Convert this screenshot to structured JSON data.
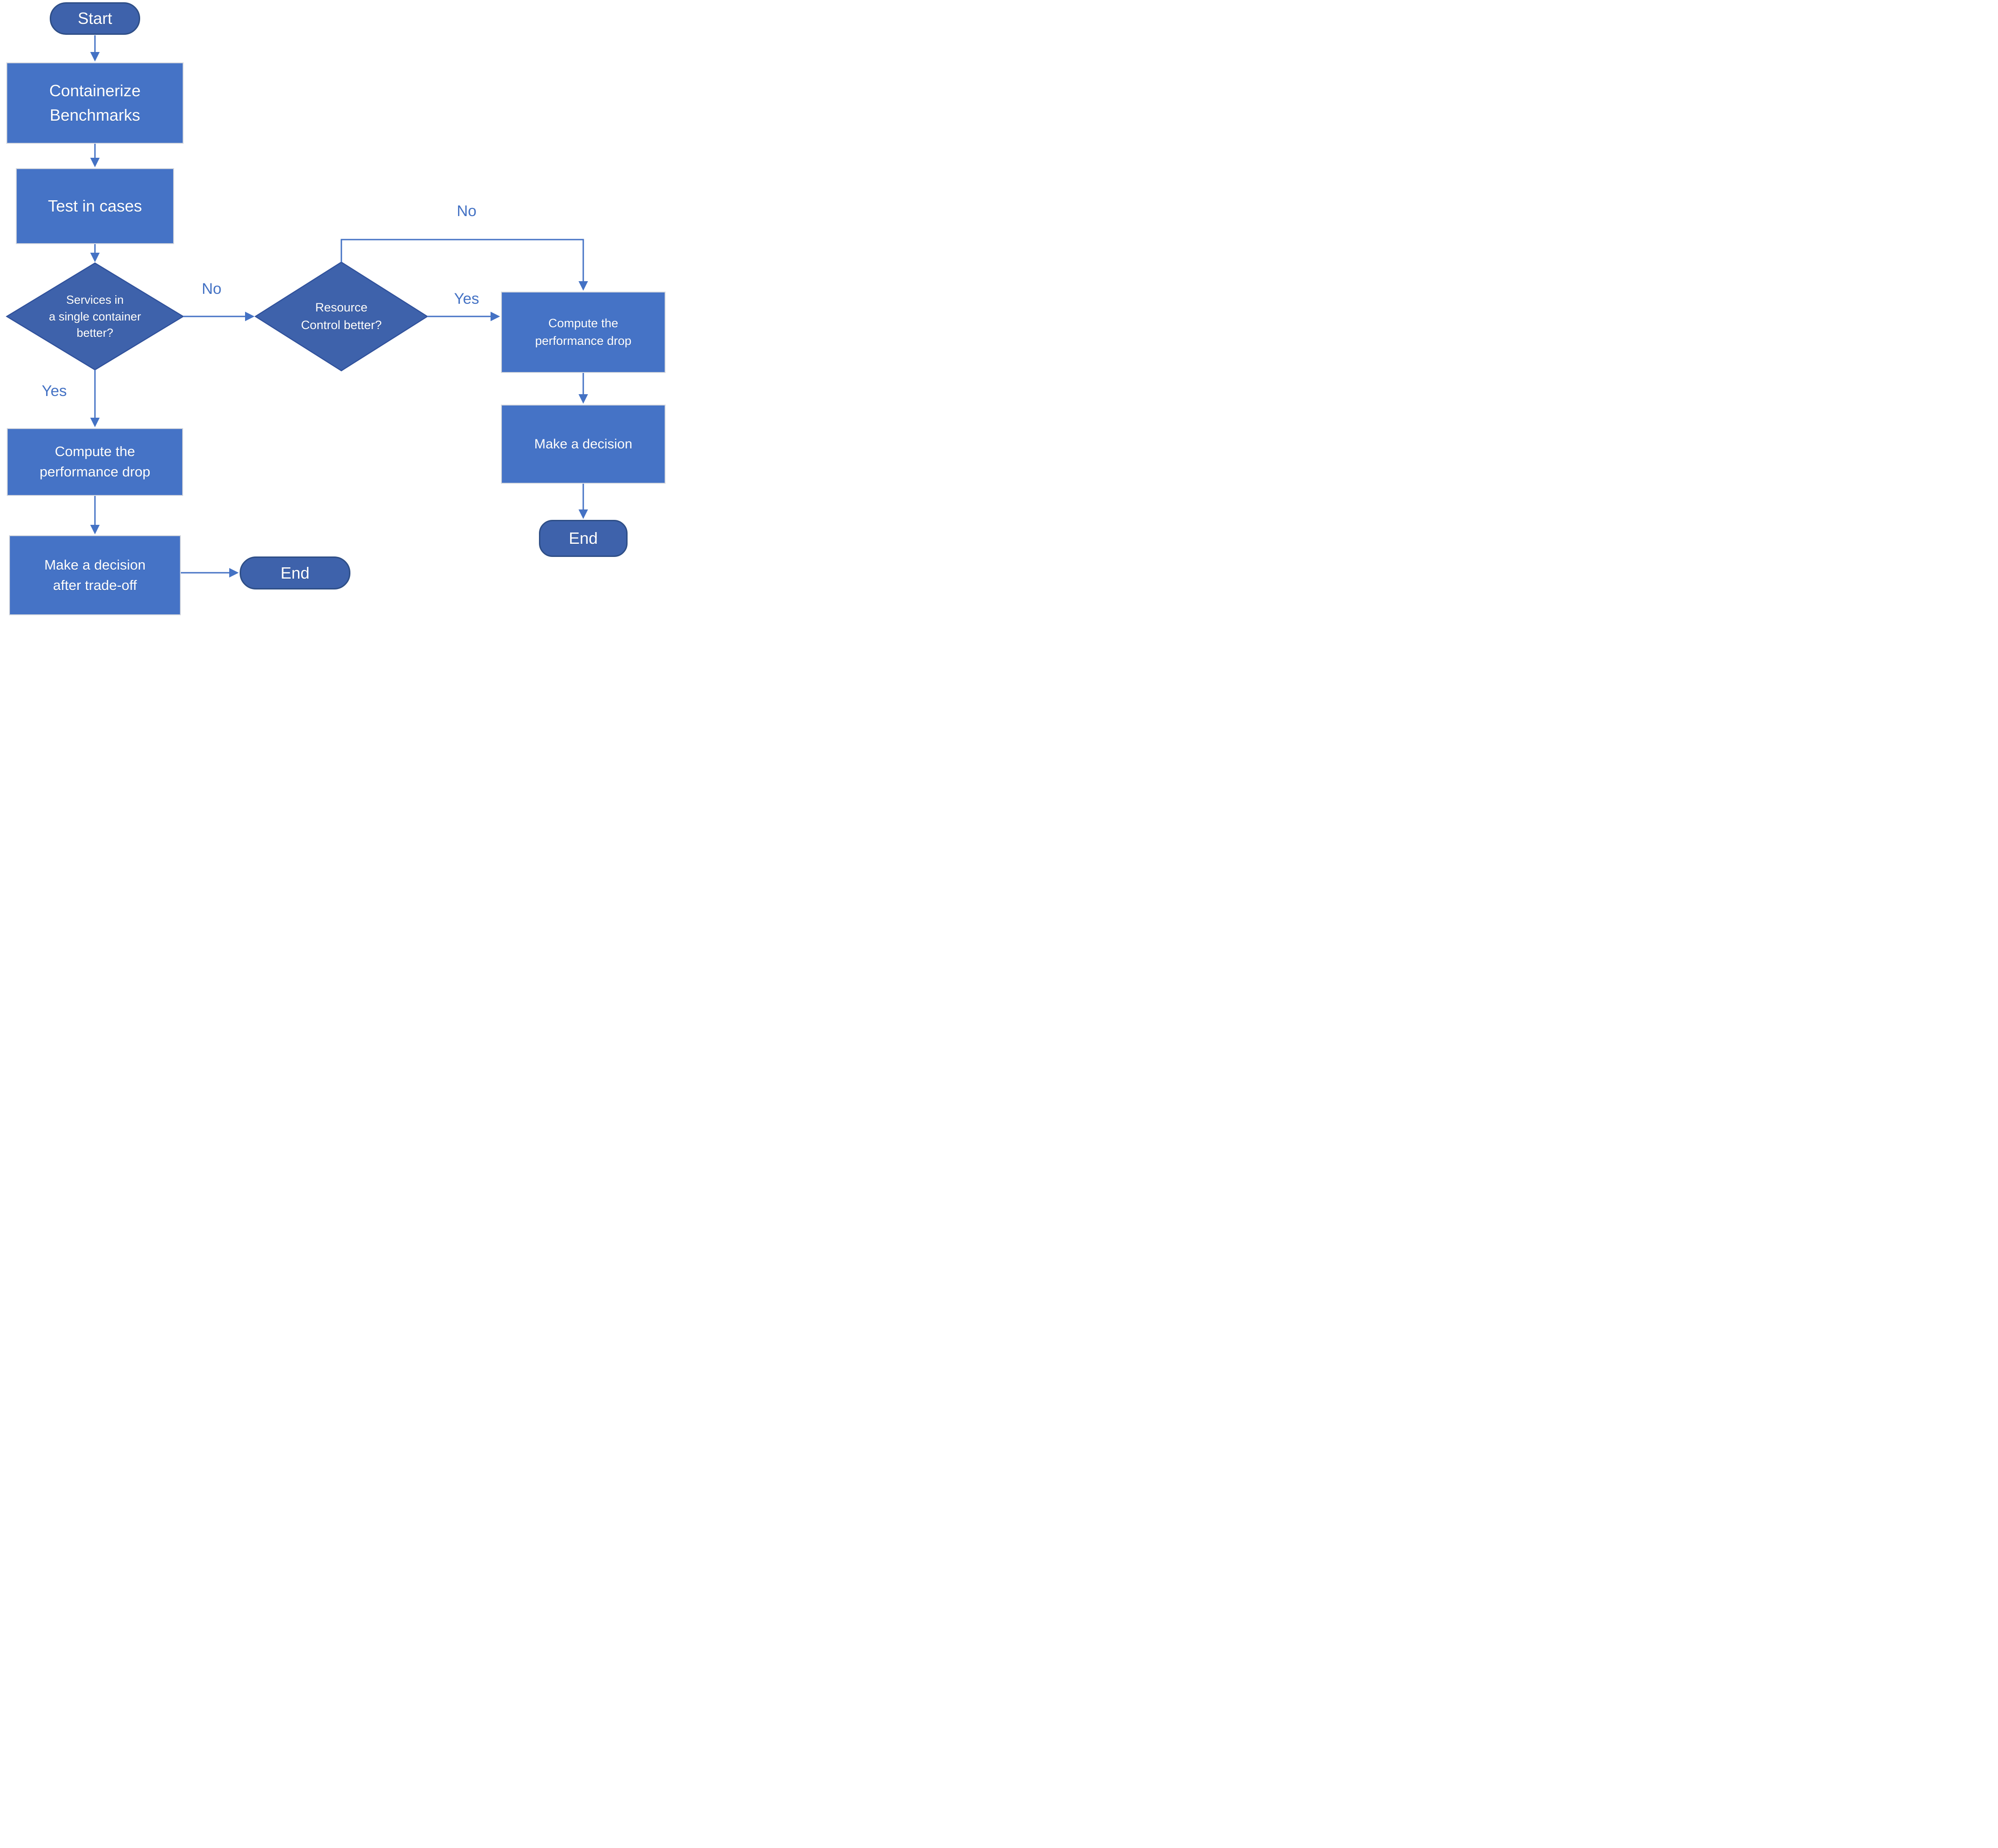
{
  "flowchart": {
    "nodes": {
      "start": {
        "type": "terminal",
        "label": "Start"
      },
      "containerize": {
        "type": "process",
        "lines": [
          "Containerize",
          "Benchmarks"
        ]
      },
      "test_in_cases": {
        "type": "process",
        "label": "Test in cases"
      },
      "single_container_decision": {
        "type": "decision",
        "lines": [
          "Services in",
          "a single container",
          "better?"
        ]
      },
      "compute_left": {
        "type": "process",
        "lines": [
          "Compute the",
          "performance drop"
        ]
      },
      "decide_left": {
        "type": "process",
        "lines": [
          "Make a decision",
          "after trade-off"
        ]
      },
      "end_left": {
        "type": "terminal",
        "label": "End"
      },
      "resource_control_decision": {
        "type": "decision",
        "lines": [
          "Resource",
          "Control better?"
        ]
      },
      "compute_right": {
        "type": "process",
        "lines": [
          "Compute the",
          "performance drop"
        ]
      },
      "decide_right": {
        "type": "process",
        "label": "Make a decision"
      },
      "end_right": {
        "type": "terminal",
        "label": "End"
      }
    },
    "edge_labels": {
      "single_no": "No",
      "single_yes": "Yes",
      "resource_no": "No",
      "resource_yes": "Yes"
    },
    "colors": {
      "process_fill": "#4573C6",
      "terminal_fill": "#3E62AB",
      "terminal_border": "#2E4E86",
      "decision_fill": "#3E62AB",
      "decision_border": "#30519B",
      "line": "#4472C4",
      "node_text": "#FFFFFF"
    }
  }
}
